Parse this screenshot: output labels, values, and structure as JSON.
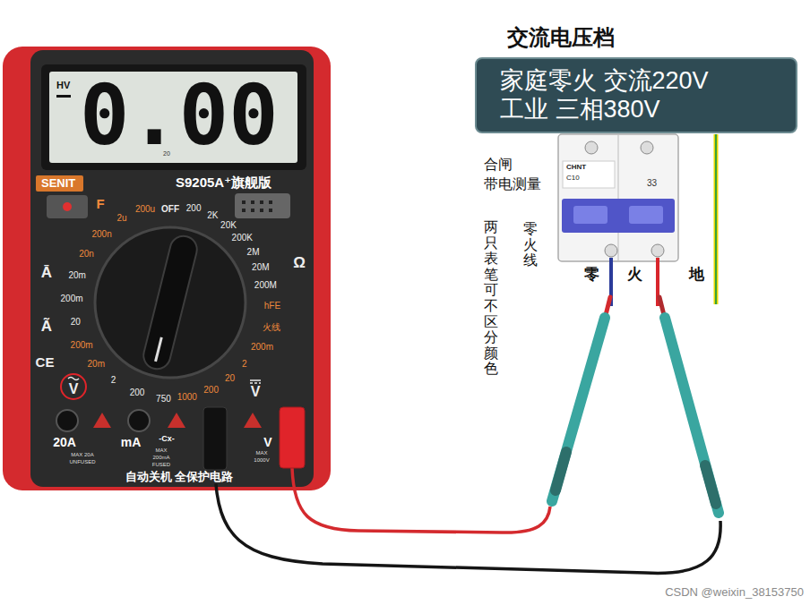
{
  "diagram": {
    "title": "交流电压档",
    "nodes": [
      {
        "text": [
          "家庭零火 交流220V",
          "工业 三相380V"
        ]
      },
      {
        "text": [
          "HV",
          "0.00"
        ]
      },
      {
        "text": [
          "SENIT"
        ]
      }
    ],
    "labels": [
      "合闸",
      "带电测量",
      "两只表笔可不区分颜色",
      "零火线",
      "零",
      "火",
      "地",
      "CHNT",
      "C10",
      "33",
      "S9205A⁺旗舰版",
      "20",
      "F",
      "2u",
      "200u",
      "OFF",
      "200",
      "2K",
      "20K",
      "200K",
      "2M",
      "20M",
      "200M",
      "Ω",
      "hFE",
      "火线",
      "200m",
      "2",
      "20",
      "200",
      "1000",
      "750",
      "200",
      "2",
      "20m",
      "200m",
      "20",
      "200m",
      "20m",
      "20n",
      "200n",
      "Ā",
      "Ã",
      "CE",
      "V",
      "V",
      "20A",
      "MAX 20A",
      "UNFUSED",
      "mA",
      "-Cx-",
      "MAX",
      "200mA",
      "FUSED",
      "V",
      "MAX",
      "1000V",
      "自动关机 全保护电路",
      "CSDN @weixin_38153750"
    ]
  }
}
